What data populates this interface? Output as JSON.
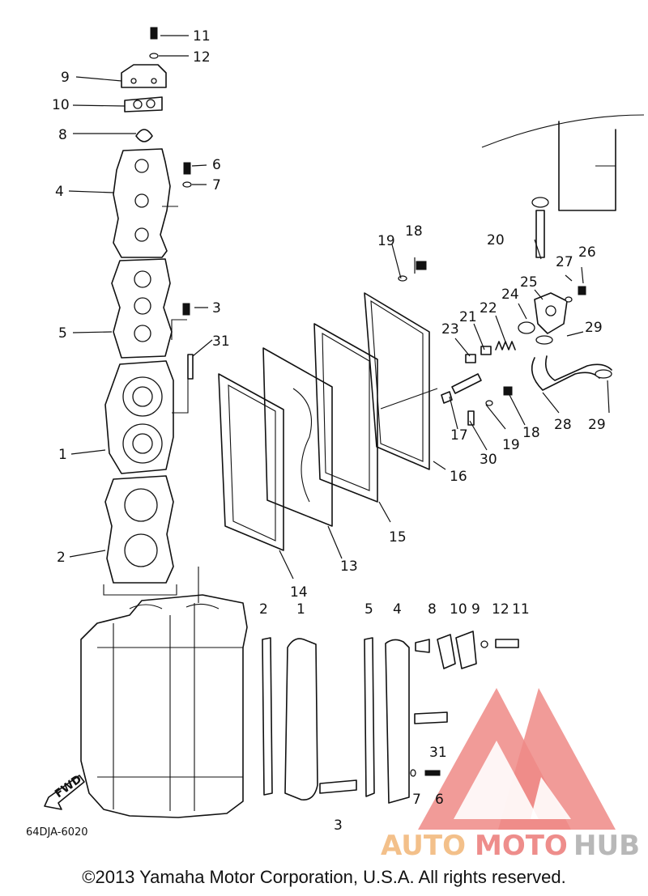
{
  "diagram": {
    "code": "64DJA-6020",
    "fwd_label": "FWD",
    "copyright": "©2013 Yamaha Motor Corporation, U.S.A. All rights reserved.",
    "labels": {
      "l1a": "1",
      "l2a": "2",
      "l3a": "3",
      "l4a": "4",
      "l5a": "5",
      "l6a": "6",
      "l7a": "7",
      "l8a": "8",
      "l9a": "9",
      "l10a": "10",
      "l11a": "11",
      "l12a": "12",
      "l13": "13",
      "l14": "14",
      "l15": "15",
      "l16": "16",
      "l17": "17",
      "l18a": "18",
      "l18b": "18",
      "l19a": "19",
      "l19b": "19",
      "l20": "20",
      "l21": "21",
      "l22": "22",
      "l23": "23",
      "l24": "24",
      "l25": "25",
      "l26": "26",
      "l27": "27",
      "l28": "28",
      "l29a": "29",
      "l29b": "29",
      "l30": "30",
      "l31a": "31",
      "l2b": "2",
      "l1b": "1",
      "l5b": "5",
      "l4b": "4",
      "l8b": "8",
      "l10b": "10",
      "l9b": "9",
      "l12b": "12",
      "l11b": "11",
      "l31b": "31",
      "l7b": "7",
      "l6b": "6",
      "l3b": "3"
    }
  },
  "watermark": {
    "brand_auto": "AUTO",
    "brand_moto": "MOTO",
    "brand_hub": "HUB",
    "colors": {
      "auto": "#f3c08a",
      "moto": "#ee8d8b",
      "hub": "#b8b8b8",
      "triangle": "#e9746f"
    }
  }
}
